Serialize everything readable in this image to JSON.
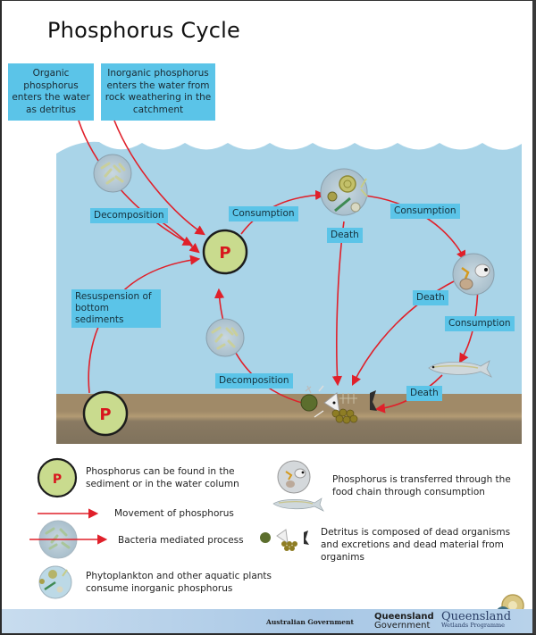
{
  "title": "Phosphorus Cycle",
  "sources": [
    {
      "id": "organic",
      "text": "Organic phosphorus enters the water as detritus"
    },
    {
      "id": "inorganic",
      "text": "Inorganic phosphorus enters the water from rock weathering in the catchment"
    }
  ],
  "nodes": {
    "phosphorus_water": {
      "symbol": "P",
      "location": "water column"
    },
    "phosphorus_sediment": {
      "symbol": "P",
      "location": "sediment"
    },
    "bacteria_top": {
      "icon": "bacteria-icon"
    },
    "bacteria_bottom": {
      "icon": "bacteria-icon"
    },
    "phytoplankton": {
      "icon": "phytoplankton-icon"
    },
    "zooplankton": {
      "icon": "zooplankton-icon"
    },
    "fish": {
      "icon": "fish-icon"
    },
    "detritus": {
      "icon": "detritus-icon"
    }
  },
  "labels": {
    "decomposition_top": "Decomposition",
    "consumption_1": "Consumption",
    "death_1": "Death",
    "consumption_2": "Consumption",
    "death_2": "Death",
    "consumption_3": "Consumption",
    "death_3": "Death",
    "resuspension": "Resuspension of bottom sediments",
    "decomposition_bottom": "Decomposition"
  },
  "legend": [
    {
      "icon": "phosphorus-circle-icon",
      "text": "Phosphorus can be found in the sediment or in the water column"
    },
    {
      "icon": "red-arrow-icon",
      "text": "Movement of phosphorus"
    },
    {
      "icon": "bacteria-arrow-icon",
      "text": "Bacteria mediated process"
    },
    {
      "icon": "phytoplankton-icon",
      "text": "Phytoplankton and other aquatic plants consume inorganic phosphorus"
    },
    {
      "icon": "food-chain-icon",
      "text": "Phosphorus is transferred through the food chain through consumption"
    },
    {
      "icon": "detritus-icon",
      "text": "Detritus is composed of dead organisms and excretions and dead material from organims"
    }
  ],
  "footer": {
    "australian_government": "Australian Government",
    "qld_gov_line1": "Queensland",
    "qld_gov_line2": "Government",
    "qld_wetlands_line1": "Queensland",
    "qld_wetlands_line2": "Wetlands Programme"
  },
  "colors": {
    "water": "#a9d4e8",
    "sediment_top": "#a8936f",
    "sediment_bottom": "#85775f",
    "label_bg": "#5bc4e8",
    "arrow": "#e0202a",
    "p_fill": "#c9db8e",
    "p_text": "#d8161e"
  }
}
